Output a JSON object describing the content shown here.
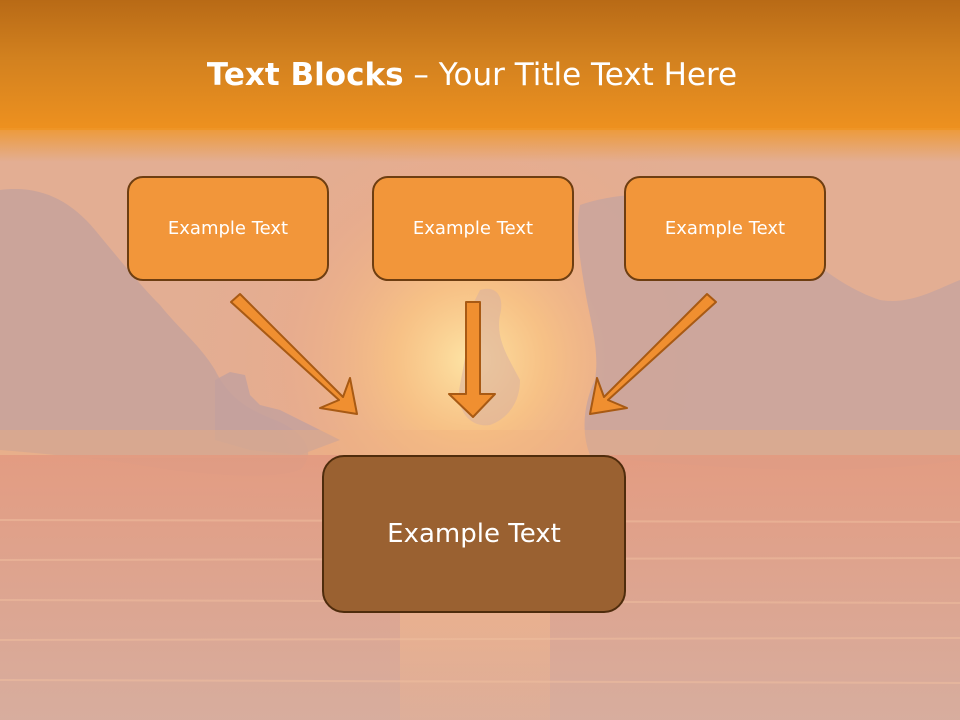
{
  "title": {
    "bold": "Text Blocks",
    "dash": " – ",
    "rest": "Your Title Text Here"
  },
  "boxes": {
    "top": [
      "Example Text",
      "Example Text",
      "Example Text"
    ],
    "bottom": "Example Text"
  },
  "colors": {
    "header": "#ee911f",
    "box_fill": "#f2963a",
    "box_border": "#6e3e11",
    "bottom_box_fill": "#9a6131",
    "arrow_fill": "#f08f30",
    "arrow_stroke": "#a85a14"
  },
  "background": "sunset-clouds-over-sea"
}
